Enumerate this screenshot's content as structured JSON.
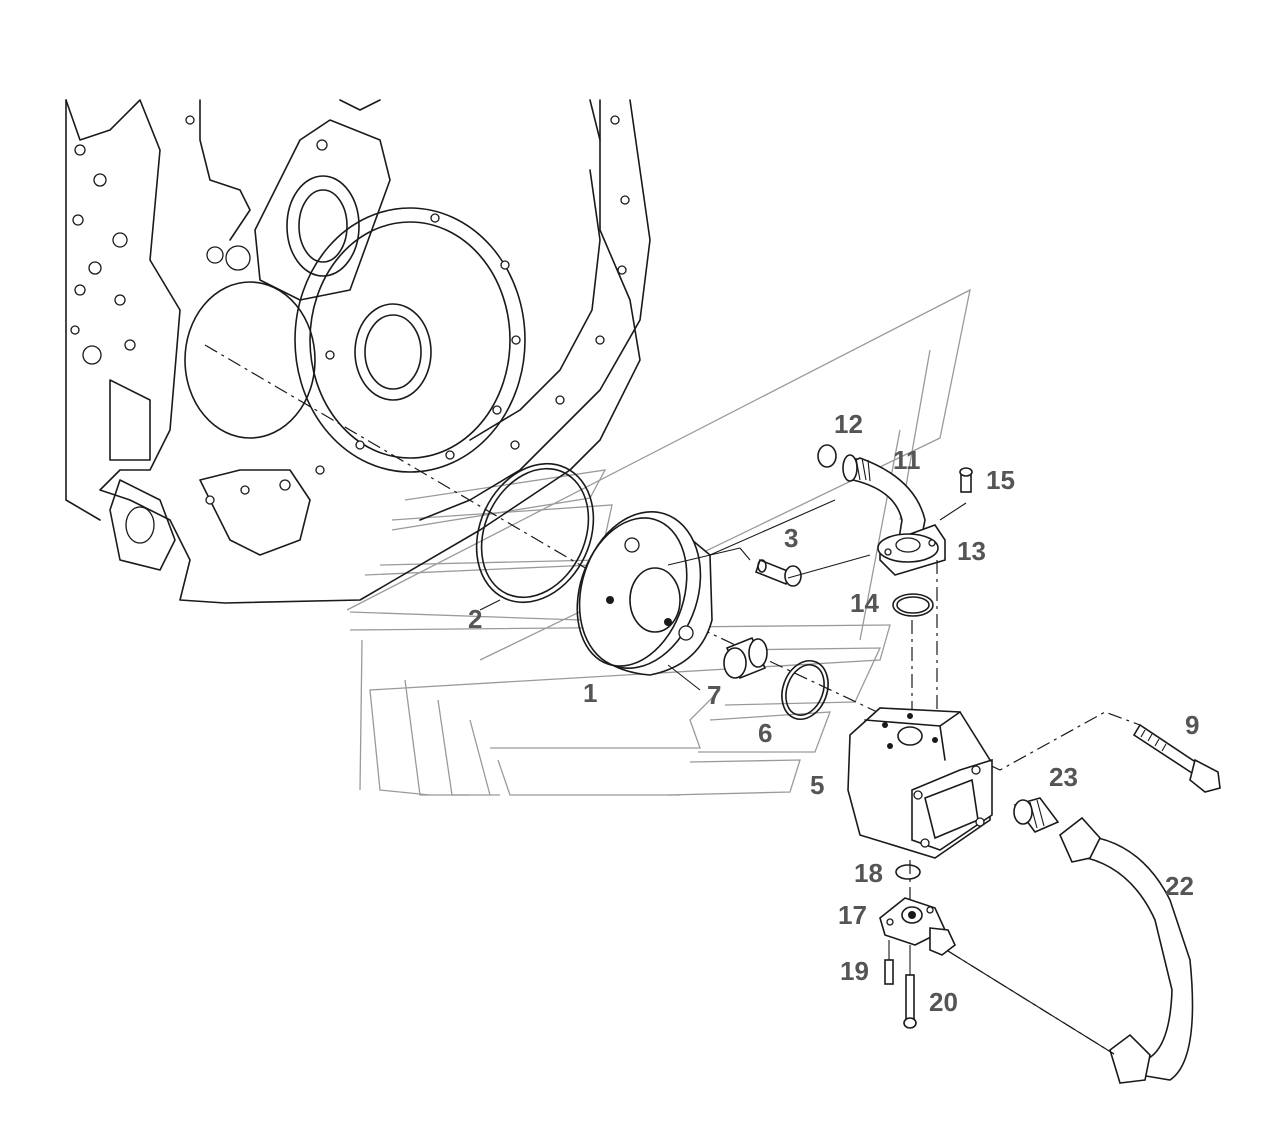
{
  "callouts": {
    "c1": "1",
    "c2": "2",
    "c3": "3",
    "c5": "5",
    "c6": "6",
    "c7": "7",
    "c9": "9",
    "c11": "11",
    "c12": "12",
    "c13": "13",
    "c14": "14",
    "c15": "15",
    "c17": "17",
    "c18": "18",
    "c19": "19",
    "c20": "20",
    "c22": "22",
    "c23": "23"
  }
}
